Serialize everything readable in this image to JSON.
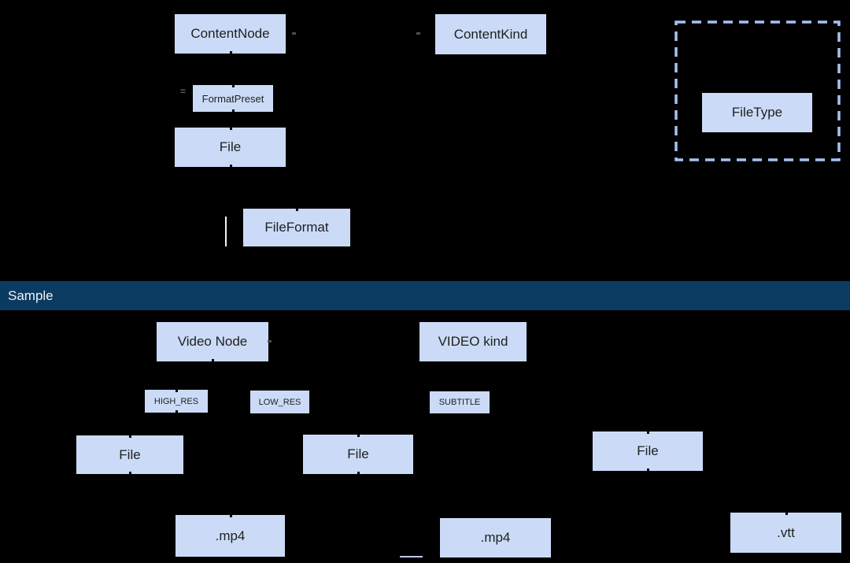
{
  "colors": {
    "background": "#000000",
    "node_fill": "#cbdbf7",
    "node_text": "#1f1f1f",
    "dashed_border": "#a4c2f4",
    "banner_background": "#0c3b61",
    "banner_text": "#eef1f4",
    "connector_light": "#f0f4ff",
    "connector_pale": "#bccbe9"
  },
  "banner": {
    "label": "Sample"
  },
  "nodes": {
    "content_node": {
      "label": "ContentNode"
    },
    "content_kind": {
      "label": "ContentKind"
    },
    "file_type": {
      "label": "FileType"
    },
    "format_preset": {
      "label": "FormatPreset"
    },
    "file_upper": {
      "label": "File"
    },
    "file_format": {
      "label": "FileFormat"
    },
    "video_node": {
      "label": "Video Node"
    },
    "video_kind": {
      "label": "VIDEO kind"
    },
    "high_res": {
      "label": "HIGH_RES"
    },
    "low_res": {
      "label": "LOW_RES"
    },
    "subtitle": {
      "label": "SUBTITLE"
    },
    "file_left": {
      "label": "File"
    },
    "file_mid": {
      "label": "File"
    },
    "file_right": {
      "label": "File"
    },
    "mp4_left": {
      "label": ".mp4"
    },
    "mp4_mid": {
      "label": ".mp4"
    },
    "vtt": {
      "label": ".vtt"
    }
  },
  "annotations": {
    "equals_mark": "="
  }
}
